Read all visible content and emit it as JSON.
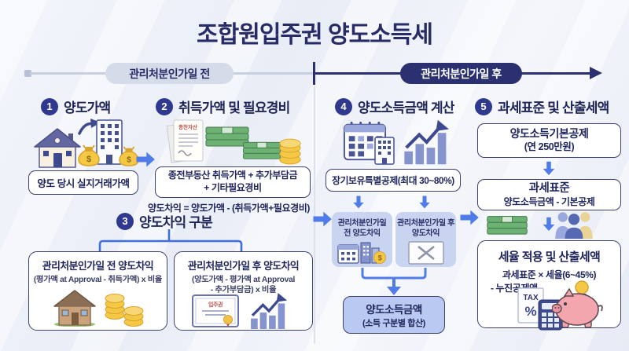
{
  "title": "조합원입주권 양도소득세",
  "timeline": {
    "before_label": "관리처분인가일 전",
    "after_label": "관리처분인가일 후"
  },
  "steps": {
    "step1": {
      "number": "1",
      "title": "양도가액",
      "box": "양도 당시 실지거래가액"
    },
    "step2": {
      "number": "2",
      "title": "취득가액 및 필요경비",
      "doc_label": "종전자산",
      "box_line1": "종전부동산 취득가액 + 추가부담금",
      "box_line2": "+ 기타필요경비",
      "formula": "양도차익 = 양도가액 - (취득가액+필요경비)"
    },
    "step3": {
      "number": "3",
      "title": "양도차익 구분",
      "before_box": {
        "title": "관리처분인가일 전 양도차익",
        "formula": "(평가액 at Approval - 취득가액) x 비율"
      },
      "after_box": {
        "title": "관리처분인가일 후 양도차익",
        "formula_line1": "(양도가액 - 평가액 at Approval",
        "formula_line2": "- 추가부담금) x 비율",
        "certificate_label": "입주권"
      }
    },
    "step4": {
      "number": "4",
      "title": "양도소득금액 계산",
      "deduction_box": "장기보유특별공제(최대 30~80%)",
      "before_box_line1": "관리처분인가일",
      "before_box_line2": "전 양도차익",
      "after_box_line1": "관리처분인가일 후",
      "after_box_line2": "양도차익",
      "result_line1": "양도소득금액",
      "result_line2": "(소득 구분별 합산)"
    },
    "step5": {
      "number": "5",
      "title": "과세표준 및 산출세액",
      "basic_deduction_line1": "양도소득기본공제",
      "basic_deduction_line2": "(연 250만원)",
      "tax_base_title": "과세표준",
      "tax_base_formula": "양도소득금액 - 기본공제",
      "calc_title": "세율 적용 및 산출세액",
      "calc_formula_line1": "과세표준 × 세율(6~45%)",
      "calc_formula_line2": "- 누진공제액"
    }
  },
  "labels": {
    "dollar": "$",
    "tax": "TAX",
    "percent": "%"
  },
  "colors": {
    "navy": "#272b66",
    "badge": "#2f3a8f",
    "arrow_blue": "#4f7ce8",
    "light_box": "#c9d4f1",
    "result_box": "#bac9f2",
    "timeline_gray": "#c7cfe0",
    "background": "#eef1f8"
  },
  "icons": {
    "step1": [
      "house-icon",
      "transfer-arrow-icon",
      "building-icon",
      "money-bag-icon"
    ],
    "step2": [
      "document-icon",
      "cash-stack-icon",
      "coins-icon"
    ],
    "step3_before": [
      "house-icon",
      "coins-icon"
    ],
    "step3_after": [
      "certificate-icon",
      "growth-chart-icon"
    ],
    "step4": [
      "calendar-icon",
      "building-icon",
      "growth-chart-icon"
    ],
    "step4_before": [
      "calendar-building-money-icon"
    ],
    "step4_after": [
      "x-mark-icon"
    ],
    "step5": [
      "cash-stack-icon",
      "people-icon",
      "tax-document-icon",
      "calculator-icon",
      "piggy-bank-icon"
    ]
  }
}
